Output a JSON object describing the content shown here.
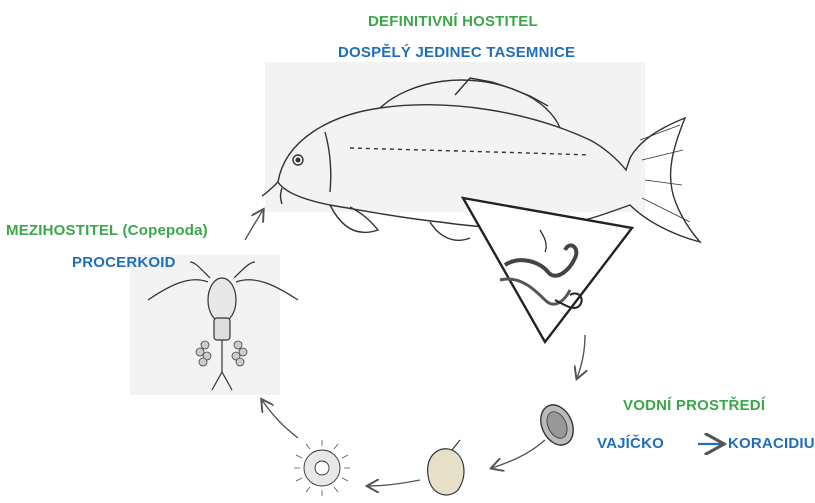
{
  "definitive_host": {
    "title": "DEFINITIVNÍ HOSTITEL",
    "stage": "DOSPĚLÝ JEDINEC TASEMNICE"
  },
  "intermediate_host": {
    "title": "MEZIHOSTITEL (Copepoda)",
    "stage": "PROCERKOID"
  },
  "water_environment": {
    "title": "VODNÍ PROSTŘEDÍ",
    "stage_from": "VAJÍČKO",
    "stage_to": "KORACIDIUM"
  },
  "colors": {
    "host_label": "#3aa84a",
    "stage_label": "#1f6fb8",
    "line": "#333333"
  },
  "icons": [
    "carp-fish",
    "tapeworm-inset",
    "copepod",
    "egg",
    "coracidium"
  ]
}
